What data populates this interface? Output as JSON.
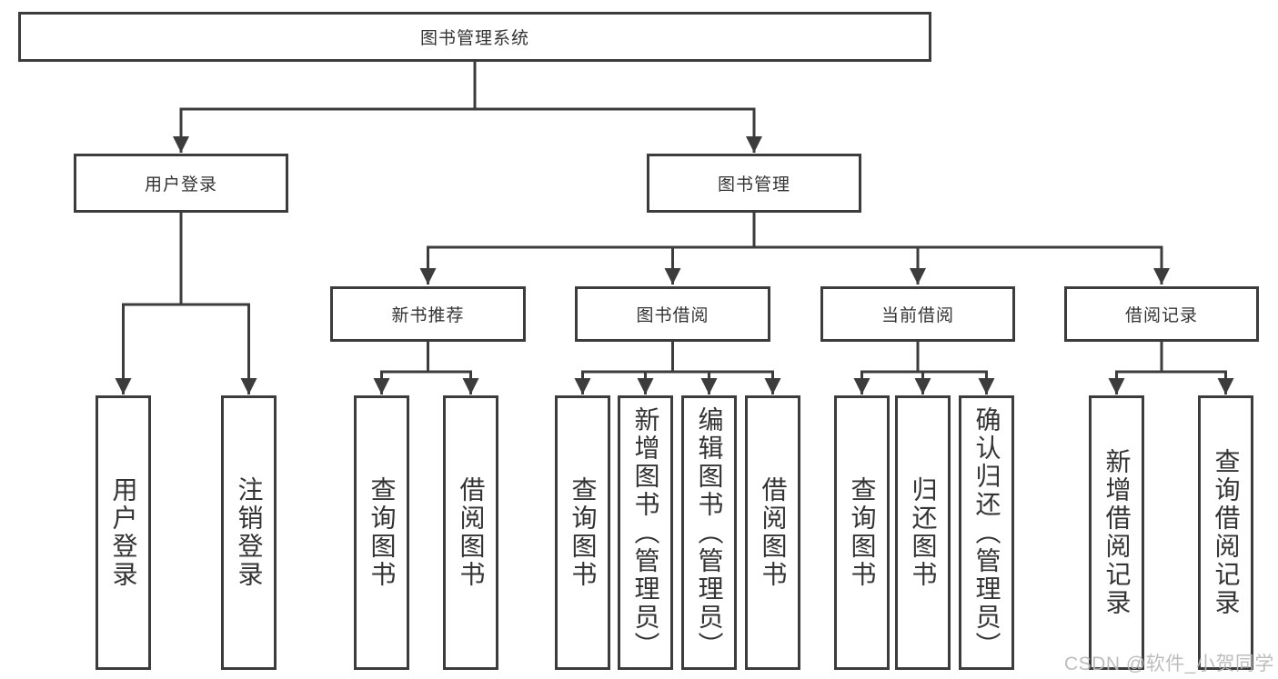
{
  "nodes": {
    "root": {
      "label": "图书管理系统"
    },
    "level2": [
      {
        "label": "用户登录"
      },
      {
        "label": "图书管理"
      }
    ],
    "level3": [
      {
        "label": "新书推荐",
        "parent": "图书管理"
      },
      {
        "label": "图书借阅",
        "parent": "图书管理"
      },
      {
        "label": "当前借阅",
        "parent": "图书管理"
      },
      {
        "label": "借阅记录",
        "parent": "图书管理"
      }
    ],
    "leaves": [
      {
        "label": "用户登录",
        "parent": "用户登录"
      },
      {
        "label": "注销登录",
        "parent": "用户登录"
      },
      {
        "label": "查询图书",
        "parent": "新书推荐"
      },
      {
        "label": "借阅图书",
        "parent": "新书推荐"
      },
      {
        "label": "查询图书",
        "parent": "图书借阅"
      },
      {
        "label": "新增图书（管理员）",
        "parent": "图书借阅"
      },
      {
        "label": "编辑图书（管理员）",
        "parent": "图书借阅"
      },
      {
        "label": "借阅图书",
        "parent": "图书借阅"
      },
      {
        "label": "查询图书",
        "parent": "当前借阅"
      },
      {
        "label": "归还图书",
        "parent": "当前借阅"
      },
      {
        "label": "确认归还（管理员）",
        "parent": "当前借阅"
      },
      {
        "label": "新增借阅记录",
        "parent": "借阅记录"
      },
      {
        "label": "查询借阅记录",
        "parent": "借阅记录"
      }
    ]
  },
  "watermark": {
    "text": "CSDN @软件_小贺同学"
  },
  "colors": {
    "line": "#3c3c3c",
    "text": "#333333",
    "watermark": "#b8b8b8",
    "background": "#ffffff"
  }
}
